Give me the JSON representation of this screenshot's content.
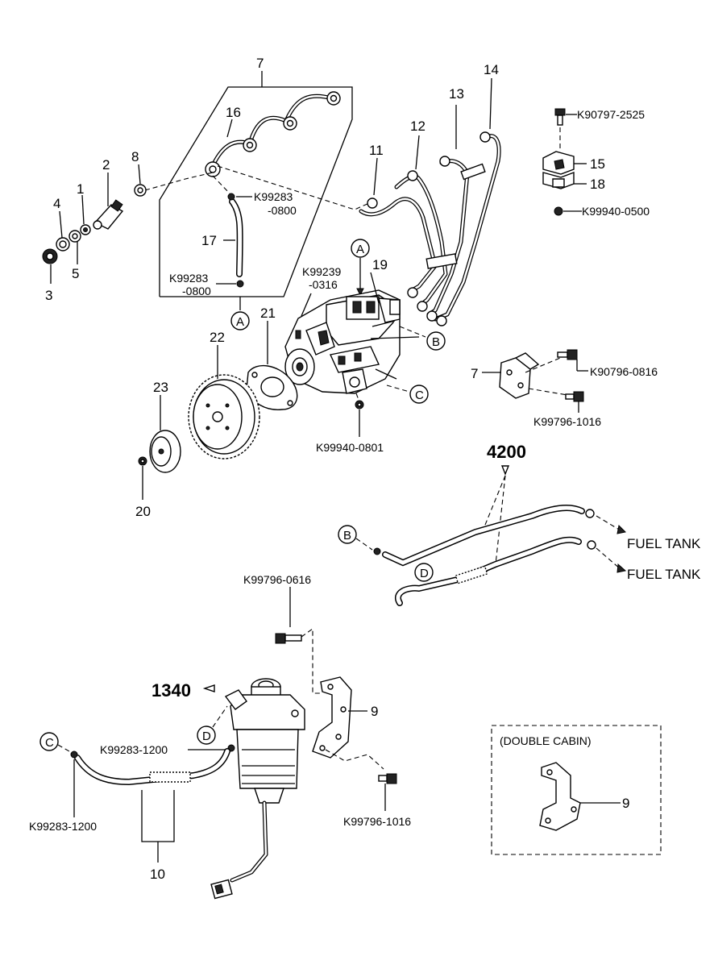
{
  "labels": {
    "n7": "7",
    "n16": "16",
    "n8": "8",
    "n2": "2",
    "n1": "1",
    "n4": "4",
    "n3": "3",
    "n5": "5",
    "n17": "17",
    "n11": "11",
    "n12": "12",
    "n13": "13",
    "n14": "14",
    "n15": "15",
    "n18": "18",
    "n19": "19",
    "n21": "21",
    "n22": "22",
    "n23": "23",
    "n20": "20",
    "n7b": "7",
    "n9": "9",
    "n9b": "9",
    "n10": "10"
  },
  "codes": {
    "k99283_0800_a1": "K99283",
    "k99283_0800_a2": "-0800",
    "k99283_0800_b1": "K99283",
    "k99283_0800_b2": "-0800",
    "k99239_1": "K99239",
    "k99239_2": "-0316",
    "k90797_2525": "K90797-2525",
    "k99940_0500": "K99940-0500",
    "k90796_0816": "K90796-0816",
    "k99796_1016_top": "K99796-1016",
    "k99940_0801": "K99940-0801",
    "k99796_0616": "K99796-0616",
    "k99283_1200_mid": "K99283-1200",
    "k99283_1200_left": "K99283-1200",
    "k99796_1016_bottom": "K99796-1016"
  },
  "refs": {
    "group_4200": "4200",
    "group_1340": "1340",
    "fuel_tank_1": "FUEL TANK",
    "fuel_tank_2": "FUEL TANK",
    "double_cabin": "(DOUBLE CABIN)"
  },
  "connectors": {
    "a_top": "A",
    "a_bottom": "A",
    "b_pump": "B",
    "b_hose": "B",
    "c_pump": "C",
    "c_filter": "C",
    "d_hose": "D",
    "d_filter": "D"
  }
}
